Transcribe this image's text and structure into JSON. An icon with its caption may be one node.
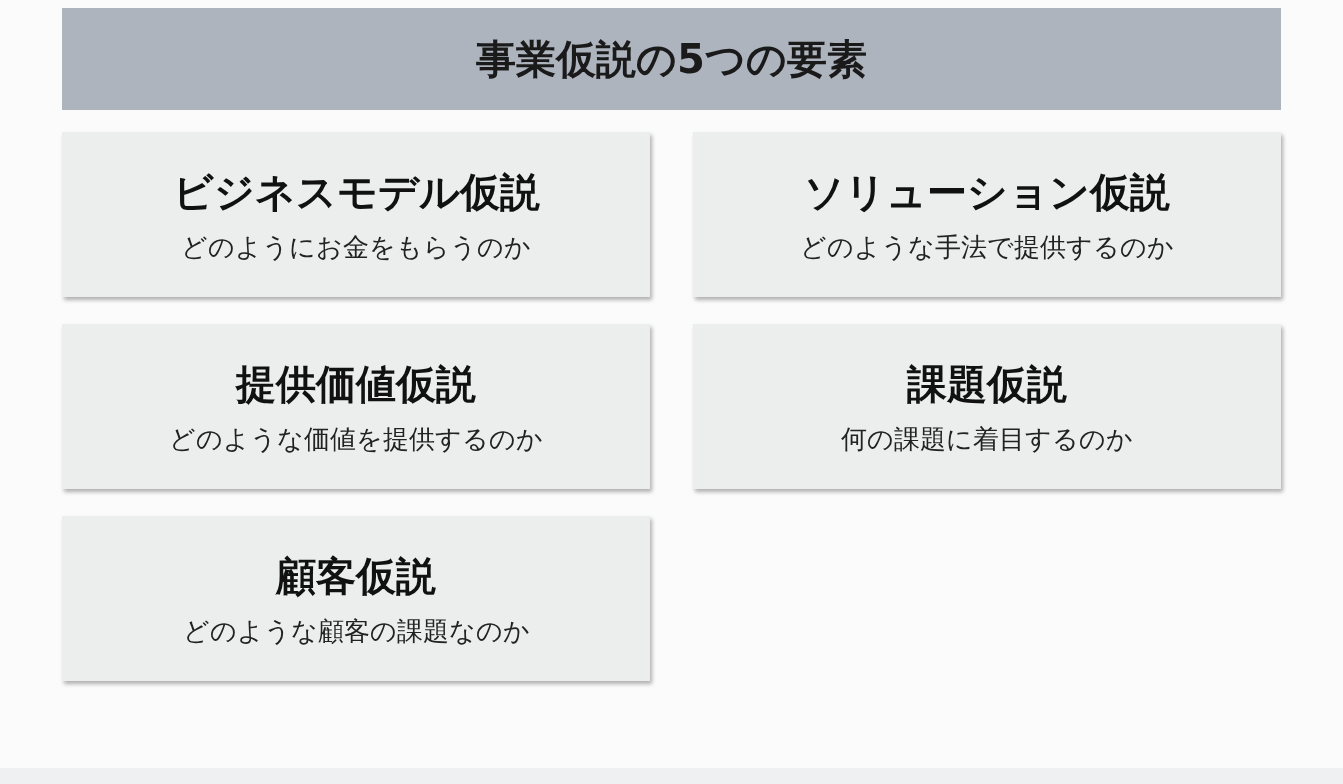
{
  "diagram": {
    "title": "事業仮説の5つの要素",
    "nodes": [
      {
        "text": [
          "ビジネスモデル仮説",
          "どのようにお金をもらうのか"
        ]
      },
      {
        "text": [
          "ソリューション仮説",
          "どのような手法で提供するのか"
        ]
      },
      {
        "text": [
          "提供価値仮説",
          "どのような価値を提供するのか"
        ]
      },
      {
        "text": [
          "課題仮説",
          "何の課題に着目するのか"
        ]
      },
      {
        "text": [
          "顧客仮説",
          "どのような顧客の課題なのか"
        ]
      }
    ]
  }
}
